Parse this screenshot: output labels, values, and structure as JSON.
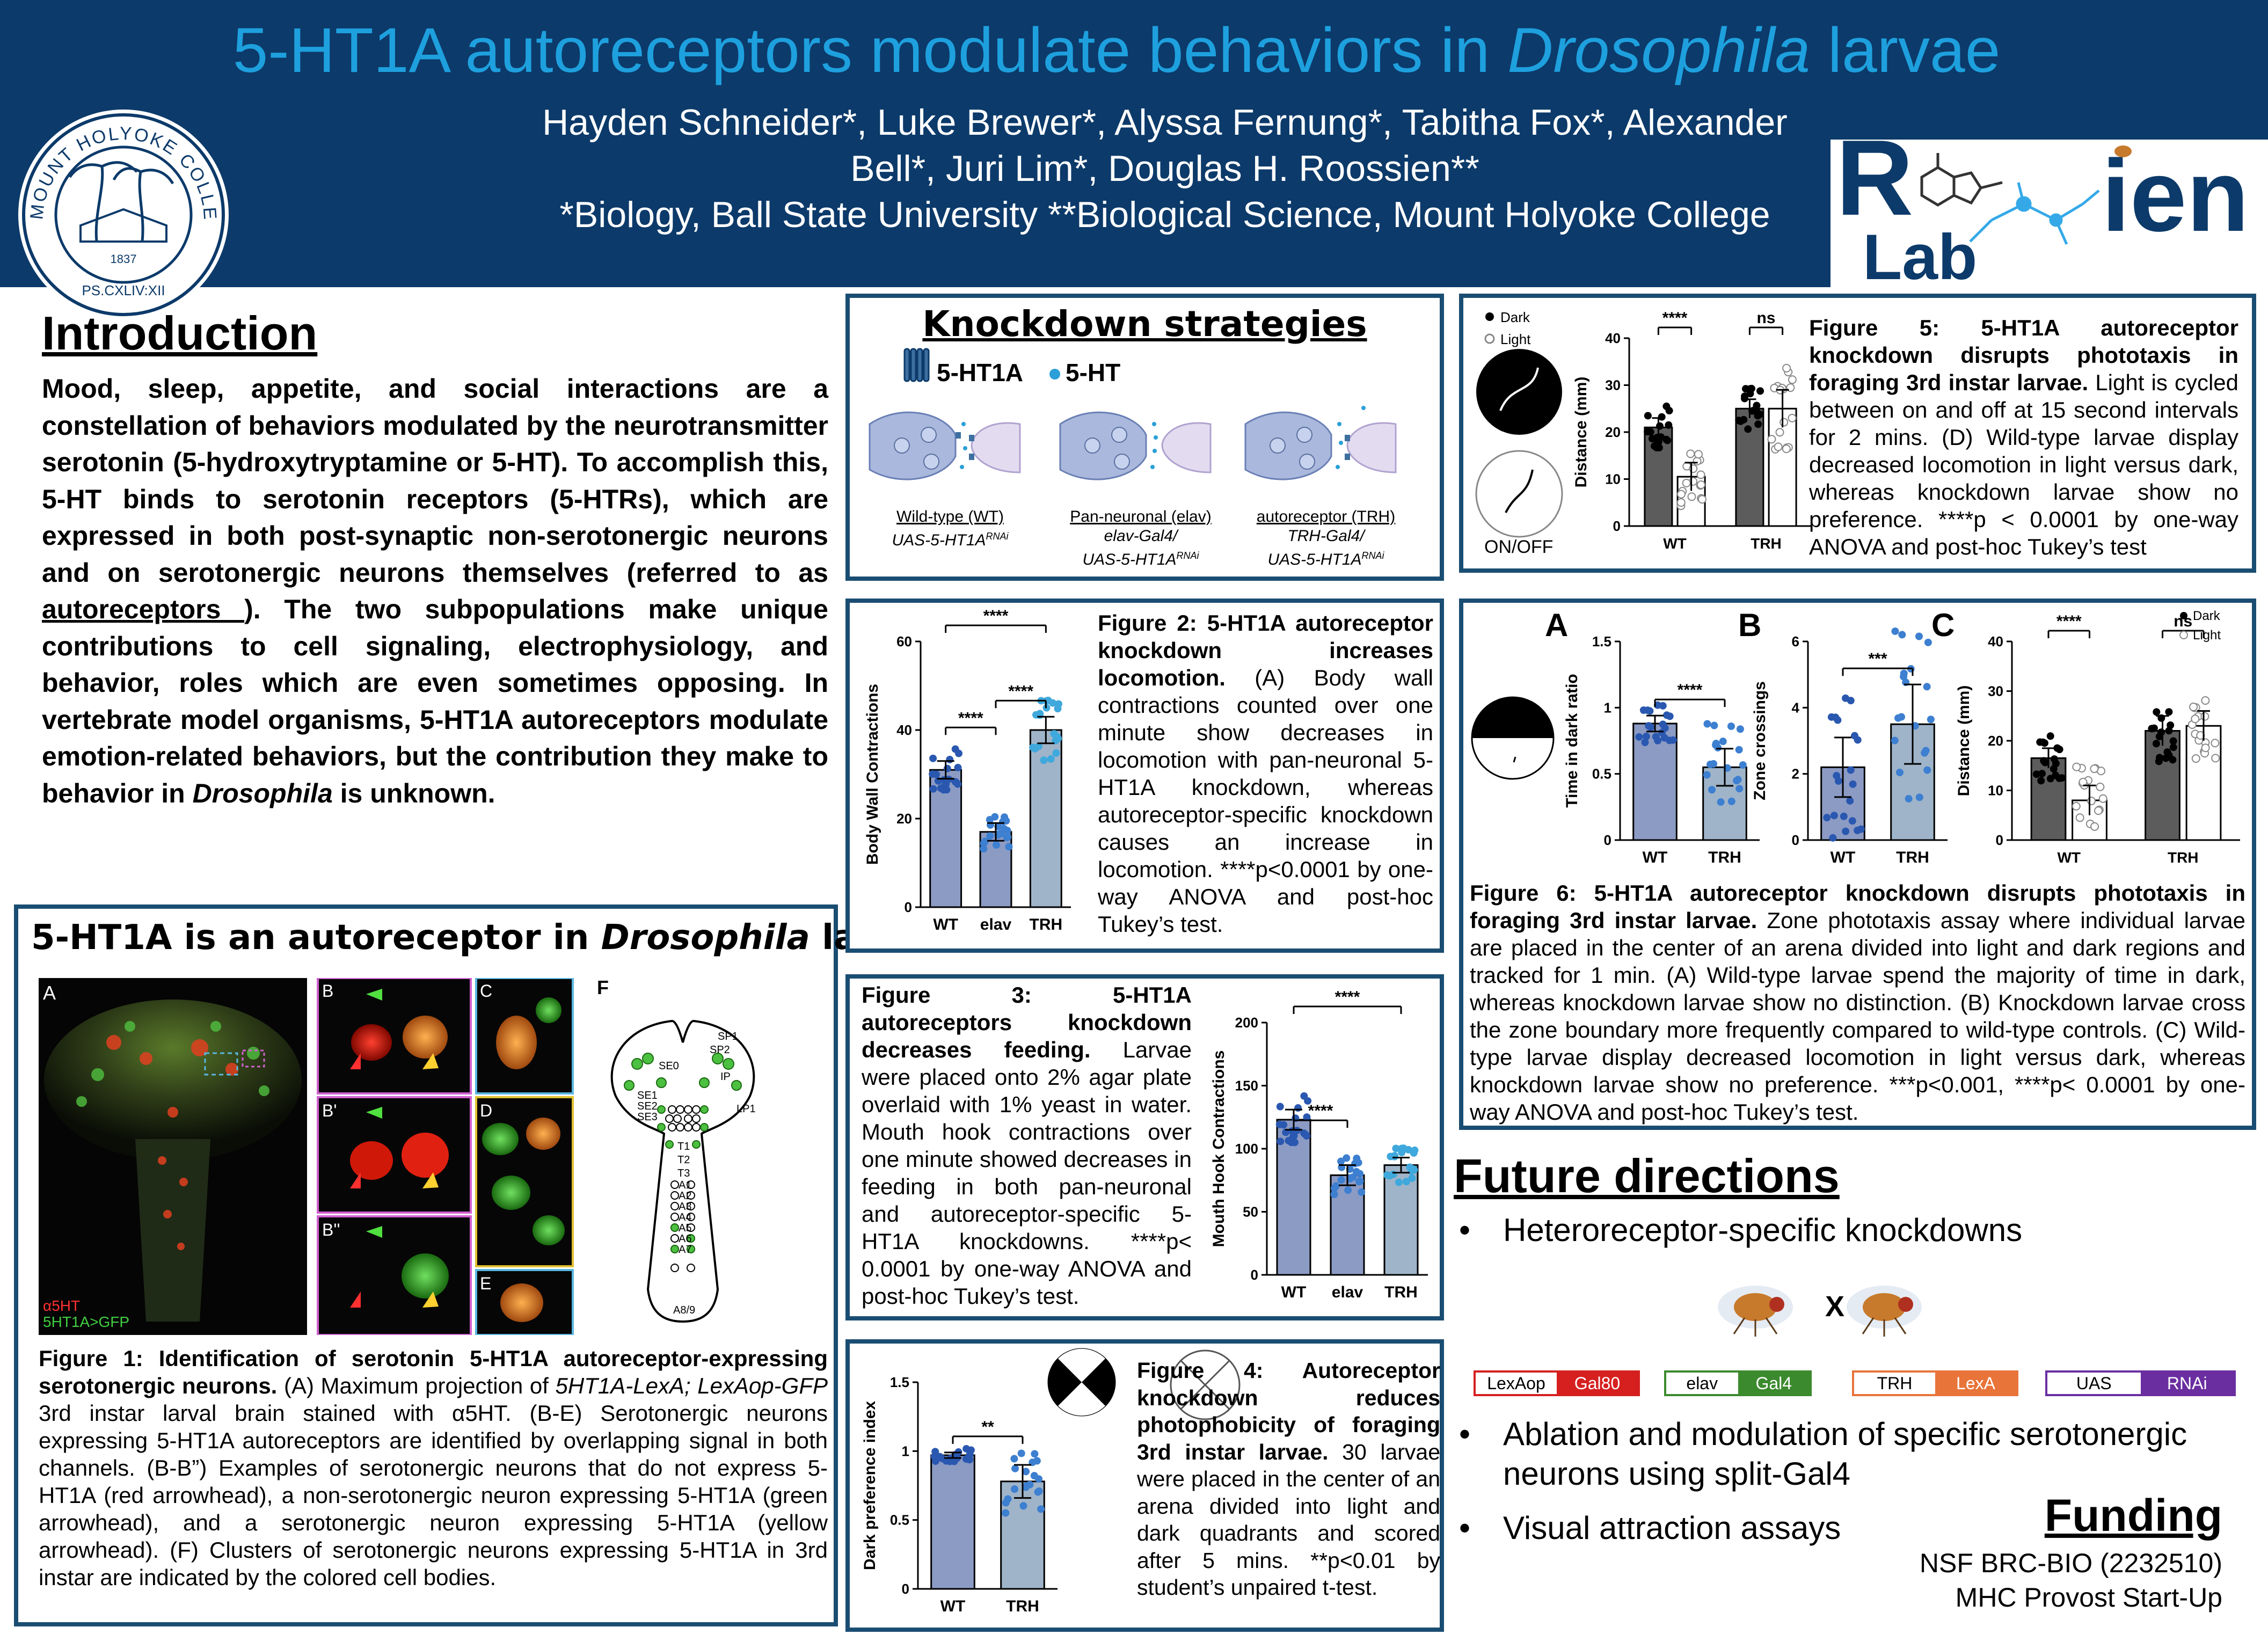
{
  "header": {
    "title_pre": "5-HT1A autoreceptors modulate behaviors in ",
    "title_italic": "Drosophila",
    "title_post": " larvae",
    "authors_line1": "Hayden Schneider*, Luke Brewer*, Alyssa Fernung*, Tabitha Fox*, Alexander",
    "authors_line2": "Bell*, Juri Lim*, Douglas H. Roossien**",
    "affiliations": "*Biology, Ball State University **Biological Science, Mount Holyoke College",
    "seal_text": "MOUNT HOLYOKE COLLEGE",
    "seal_year": "1837",
    "seal_motto": "PS.CXLIV:XII",
    "lab_logo_letters": "R",
    "lab_logo_ien": "ien",
    "lab_logo_lab": "Lab"
  },
  "intro": {
    "heading": "Introduction",
    "p1": "Mood, sleep, appetite, and social interactions are a constellation of behaviors modulated by the neurotransmitter serotonin (5-hydroxytryptamine or 5-HT). To accomplish this, 5-HT binds to serotonin receptors (5-HTRs), which are expressed in both post-synaptic non-serotonergic neurons and on serotonergic neurons themselves  (referred to as ",
    "p1_underline": "autoreceptors ",
    "p2": "). The two subpopulations make unique contributions to cell signaling, electrophysiology, and behavior, roles which are even sometimes opposing. In vertebrate model organisms, 5-HT1A autoreceptors modulate emotion-related behaviors, but the contribution they make to behavior in ",
    "p2_italic": "Drosophila",
    "p2_end": " is unknown."
  },
  "autoreceptor": {
    "heading_pre": "5-HT1A is an autoreceptor in ",
    "heading_italic": "Drosophila",
    "heading_post": " larvae",
    "labels": [
      "A",
      "B",
      "B'",
      "B''",
      "C",
      "D",
      "E",
      "F"
    ],
    "stain_label_1": "α5HT",
    "stain_label_2": "5HT1A>GFP",
    "cluster_labels": [
      "SP1",
      "SP2",
      "SE0",
      "IP",
      "LP1",
      "SE1",
      "SE2",
      "SE3",
      "T1",
      "T2",
      "T3",
      "A1",
      "A2",
      "A3",
      "A4",
      "A5",
      "A6",
      "A7",
      "A8/9"
    ],
    "caption_bold": "Figure 1: Identification of serotonin 5-HT1A autoreceptor-expressing serotonergic neurons.",
    "caption_rest_1": " (A) Maximum projection of ",
    "caption_italic_1": "5HT1A-LexA; LexAop-GFP",
    "caption_rest_2": " 3rd instar larval brain stained with α5HT. (B-E) Serotonergic neurons expressing 5-HT1A autoreceptors are identified by overlapping signal in both channels. (B-B”) Examples of serotonergic neurons that do not express 5-HT1A (red arrowhead), a non-serotonergic neuron expressing 5-HT1A (green arrowhead), and a serotonergic neuron expressing 5-HT1A (yellow arrowhead). (F) Clusters of serotonergic  neurons expressing 5-HT1A in 3rd instar are indicated by the colored cell bodies."
  },
  "knockdown": {
    "heading": "Knockdown strategies",
    "legend_receptor": "5-HT1A",
    "legend_ligand": "5-HT",
    "strategies": [
      {
        "name": "Wild-type (WT)",
        "line1": "UAS-5-HT1A",
        "sup": "RNAi",
        "line0": ""
      },
      {
        "name": "Pan-neuronal (elav)",
        "line0": "elav-Gal4/",
        "line1": "UAS-5-HT1A",
        "sup": "RNAi"
      },
      {
        "name": "autoreceptor (TRH)",
        "line0": "TRH-Gal4/",
        "line1": "UAS-5-HT1A",
        "sup": "RNAi"
      }
    ]
  },
  "fig2": {
    "caption_bold": "Figure 2: 5-HT1A autoreceptor knockdown increases locomotion.",
    "caption_rest": " (A) Body wall contractions counted over one minute show decreases in locomotion with pan-neuronal 5-HT1A knockdown, whereas autoreceptor-specific knockdown causes an increase in locomotion. ****p<0.0001 by one-way ANOVA and post-hoc Tukey’s test."
  },
  "fig3": {
    "caption_bold": "Figure 3: 5-HT1A autoreceptors knockdown decreases feeding.",
    "caption_rest": " Larvae were placed onto 2% agar plate overlaid with 1% yeast in water. Mouth hook contractions over one minute showed decreases in feeding in both pan-neuronal and autoreceptor-specific 5-HT1A knockdowns. ****p< 0.0001 by one-way ANOVA and post-hoc Tukey’s test."
  },
  "fig4": {
    "caption_bold": "Figure 4: Autoreceptor knockdown reduces photophobicity of foraging 3rd instar larvae.",
    "caption_rest": " 30 larvae were placed in the center of an arena divided into light and dark quadrants and scored after 5 mins. **p<0.01 by student’s unpaired t-test."
  },
  "fig5": {
    "caption_bold": "Figure 5: 5-HT1A autoreceptor knockdown disrupts phototaxis in foraging 3rd instar larvae.",
    "caption_rest": " Light is cycled between on and off at 15 second intervals for 2 mins. (D) Wild-type larvae display decreased locomotion in light versus dark, whereas knockdown larvae show no preference. ****p < 0.0001 by one-way ANOVA and post-hoc Tukey’s test",
    "legend_dark": "Dark",
    "legend_light": "Light",
    "onoff_label": "ON/OFF"
  },
  "fig6": {
    "caption_bold": "Figure 6: 5-HT1A autoreceptor knockdown disrupts phototaxis in foraging 3rd instar larvae.",
    "caption_rest": " Zone phototaxis assay where individual larvae are placed in the center of an arena divided into light and dark regions and tracked for 1 min. (A) Wild-type larvae spend the majority of time in dark, whereas knockdown larvae show no distinction. (B) Knockdown larvae cross the zone boundary more frequently compared to wild-type controls. (C) Wild-type larvae display decreased locomotion in light versus dark, whereas knockdown larvae show no preference. ***p<0.001, ****p< 0.0001 by one-way ANOVA and post-hoc Tukey’s test.",
    "panel_labels": [
      "A",
      "B",
      "C"
    ]
  },
  "future": {
    "heading": "Future directions",
    "bullets": [
      "Heteroreceptor-specific knockdowns",
      "Ablation and modulation of specific serotonergic neurons using split-Gal4",
      "Visual attraction assays"
    ],
    "cross": "X",
    "constructs": [
      {
        "left": "LexAop",
        "right": "Gal80",
        "color": "#d62020"
      },
      {
        "left": "elav",
        "right": "Gal4",
        "color": "#3c8a2e"
      },
      {
        "left": "TRH",
        "right": "LexA",
        "color": "#e8743a"
      },
      {
        "left": "UAS",
        "right": "RNAi",
        "color": "#6a2ea0"
      }
    ]
  },
  "funding": {
    "heading": "Funding",
    "lines": [
      "NSF BRC-BIO (2232510)",
      "MHC Provost Start-Up"
    ]
  },
  "chart_data": [
    {
      "id": "fig2",
      "type": "bar",
      "categories": [
        "WT",
        "elav",
        "TRH"
      ],
      "values": [
        31,
        17,
        40
      ],
      "errors": [
        2,
        2,
        3
      ],
      "ylabel": "Body Wall Contractions",
      "ylim": [
        0,
        60
      ],
      "yticks": [
        0,
        20,
        40,
        60
      ],
      "colors": [
        "#8c9bc4",
        "#8c9bc4",
        "#9fb4c9"
      ],
      "point_colors": [
        "#2a58b0",
        "#3d7fd0",
        "#3fa8dc"
      ],
      "significance": [
        {
          "from": 0,
          "to": 1,
          "label": "****"
        },
        {
          "from": 1,
          "to": 2,
          "label": "****"
        },
        {
          "from": 0,
          "to": 2,
          "label": "****"
        }
      ]
    },
    {
      "id": "fig3",
      "type": "bar",
      "categories": [
        "WT",
        "elav",
        "TRH"
      ],
      "values": [
        123,
        79,
        87
      ],
      "errors": [
        8,
        8,
        6
      ],
      "ylabel": "Mouth Hook Contractions",
      "ylim": [
        0,
        200
      ],
      "yticks": [
        0,
        50,
        100,
        150,
        200
      ],
      "colors": [
        "#8c9bc4",
        "#8c9bc4",
        "#9fb4c9"
      ],
      "point_colors": [
        "#2a58b0",
        "#3d7fd0",
        "#3fa8dc"
      ],
      "significance": [
        {
          "from": 0,
          "to": 1,
          "label": "****"
        },
        {
          "from": 0,
          "to": 2,
          "label": "****"
        }
      ]
    },
    {
      "id": "fig4",
      "type": "bar",
      "categories": [
        "WT",
        "TRH"
      ],
      "values": [
        0.97,
        0.78
      ],
      "errors": [
        0.02,
        0.12
      ],
      "ylabel": "Dark preference index",
      "ylim": [
        0,
        1.5
      ],
      "yticks": [
        0.0,
        0.5,
        1.0,
        1.5
      ],
      "colors": [
        "#8c9bc4",
        "#9fb4c9"
      ],
      "point_colors": [
        "#2a58b0",
        "#3d7fd0"
      ],
      "significance": [
        {
          "from": 0,
          "to": 1,
          "label": "**"
        }
      ]
    },
    {
      "id": "fig5",
      "type": "bar",
      "categories": [
        "WT",
        "TRH"
      ],
      "series": [
        {
          "name": "Dark",
          "values": [
            21,
            25
          ],
          "errors": [
            2,
            2
          ]
        },
        {
          "name": "Light",
          "values": [
            10.5,
            25
          ],
          "errors": [
            3,
            4
          ]
        }
      ],
      "ylabel": "Distance (mm)",
      "ylim": [
        0,
        40
      ],
      "yticks": [
        0,
        10,
        20,
        30,
        40
      ],
      "significance": [
        {
          "group": 0,
          "label": "****"
        },
        {
          "group": 1,
          "label": "ns"
        }
      ]
    },
    {
      "id": "fig6A",
      "type": "bar",
      "categories": [
        "WT",
        "TRH"
      ],
      "values": [
        0.88,
        0.55
      ],
      "errors": [
        0.06,
        0.14
      ],
      "ylabel": "Time in dark ratio",
      "ylim": [
        0,
        1.5
      ],
      "yticks": [
        0.0,
        0.5,
        1.0,
        1.5
      ],
      "colors": [
        "#8c9bc4",
        "#9fb4c9"
      ],
      "point_colors": [
        "#2a58b0",
        "#3d7fd0"
      ],
      "significance": [
        {
          "from": 0,
          "to": 1,
          "label": "****"
        }
      ]
    },
    {
      "id": "fig6B",
      "type": "bar",
      "categories": [
        "WT",
        "TRH"
      ],
      "values": [
        2.2,
        3.5
      ],
      "errors": [
        0.9,
        1.2
      ],
      "ylabel": "Zone crossings",
      "ylim": [
        0,
        6
      ],
      "yticks": [
        0,
        2,
        4,
        6
      ],
      "colors": [
        "#8c9bc4",
        "#9fb4c9"
      ],
      "point_colors": [
        "#2a58b0",
        "#3d7fd0"
      ],
      "significance": [
        {
          "from": 0,
          "to": 1,
          "label": "***"
        }
      ]
    },
    {
      "id": "fig6C",
      "type": "bar",
      "categories": [
        "WT",
        "TRH"
      ],
      "series": [
        {
          "name": "Dark",
          "values": [
            16.5,
            22
          ],
          "errors": [
            2,
            3
          ]
        },
        {
          "name": "Light",
          "values": [
            8,
            23
          ],
          "errors": [
            3,
            3
          ]
        }
      ],
      "ylabel": "Distance (mm)",
      "ylim": [
        0,
        40
      ],
      "yticks": [
        0,
        10,
        20,
        30,
        40
      ],
      "significance": [
        {
          "group": 0,
          "label": "****"
        },
        {
          "group": 1,
          "label": "ns"
        }
      ]
    }
  ]
}
